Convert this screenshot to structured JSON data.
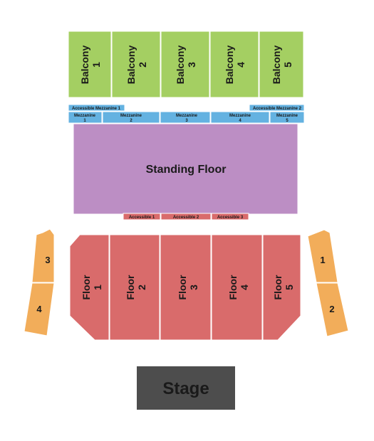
{
  "colors": {
    "balcony": "#a4cf62",
    "mezzanine": "#64b2e1",
    "standing": "#bc8ec4",
    "floor": "#d96b6b",
    "side": "#f2ad5a",
    "stage": "#4d4d4d",
    "stage_text": "#ffffff",
    "divider": "#ffffff"
  },
  "balcony": [
    {
      "line1": "Balcony",
      "line2": "1"
    },
    {
      "line1": "Balcony",
      "line2": "2"
    },
    {
      "line1": "Balcony",
      "line2": "3"
    },
    {
      "line1": "Balcony",
      "line2": "4"
    },
    {
      "line1": "Balcony",
      "line2": "5"
    }
  ],
  "accessible_mezzanine": [
    "Accessible Mezzanine 1",
    "Accessible Mezzanine 2"
  ],
  "mezzanine": [
    {
      "line1": "Mezzanine",
      "line2": "1"
    },
    {
      "line1": "Mezzanine",
      "line2": "2"
    },
    {
      "line1": "Mezzanine",
      "line2": "3"
    },
    {
      "line1": "Mezzanine",
      "line2": "4"
    },
    {
      "line1": "Mezzanine",
      "line2": "5"
    }
  ],
  "standing_floor": "Standing Floor",
  "accessible_floor": [
    "Accessible 1",
    "Accessible 2",
    "Accessible 3"
  ],
  "floor": [
    {
      "line1": "Floor",
      "line2": "1"
    },
    {
      "line1": "Floor",
      "line2": "2"
    },
    {
      "line1": "Floor",
      "line2": "3"
    },
    {
      "line1": "Floor",
      "line2": "4"
    },
    {
      "line1": "Floor",
      "line2": "5"
    }
  ],
  "side_sections": {
    "left_top": "3",
    "left_bottom": "4",
    "right_top": "1",
    "right_bottom": "2"
  },
  "stage": "Stage"
}
